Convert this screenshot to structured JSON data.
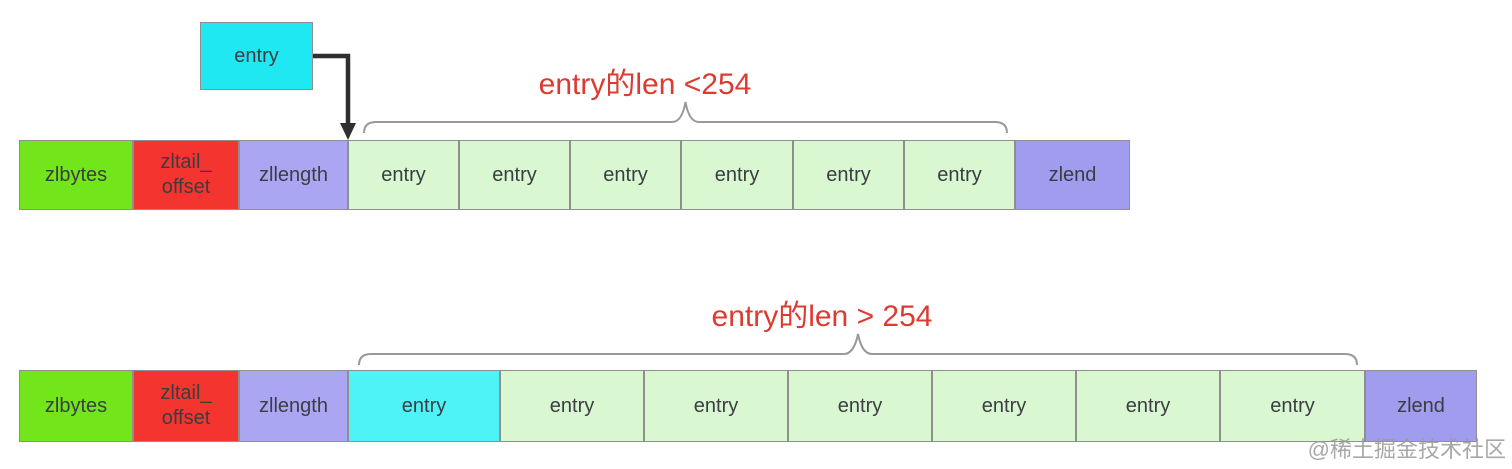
{
  "pointer_box": {
    "label": "entry"
  },
  "row1": {
    "caption": "entry的len <254",
    "cells": [
      {
        "label": "zlbytes"
      },
      {
        "label": "zltail_\noffset"
      },
      {
        "label": "zllength"
      },
      {
        "label": "entry"
      },
      {
        "label": "entry"
      },
      {
        "label": "entry"
      },
      {
        "label": "entry"
      },
      {
        "label": "entry"
      },
      {
        "label": "entry"
      },
      {
        "label": "zlend"
      }
    ]
  },
  "row2": {
    "caption": "entry的len > 254",
    "cells": [
      {
        "label": "zlbytes"
      },
      {
        "label": "zltail_\noffset"
      },
      {
        "label": "zllength"
      },
      {
        "label": "entry"
      },
      {
        "label": "entry"
      },
      {
        "label": "entry"
      },
      {
        "label": "entry"
      },
      {
        "label": "entry"
      },
      {
        "label": "entry"
      },
      {
        "label": "entry"
      },
      {
        "label": "zlend"
      }
    ]
  },
  "watermark": "@稀土掘金技术社区",
  "colors": {
    "zlbytes_green": "#72E61A",
    "zltail_red": "#F4342E",
    "zllength_purple": "#ABA6F2",
    "entry_light_green": "#D9F7D1",
    "entry_highlight_cyan": "#4DF3F6",
    "pointer_box_cyan": "#1FE8F2",
    "zlend_purple": "#A09CEE",
    "caption_red": "#DD3B32",
    "border_gray": "#8f8f8f",
    "brace_gray": "#999999",
    "arrow_dark": "#2f2f2f"
  }
}
